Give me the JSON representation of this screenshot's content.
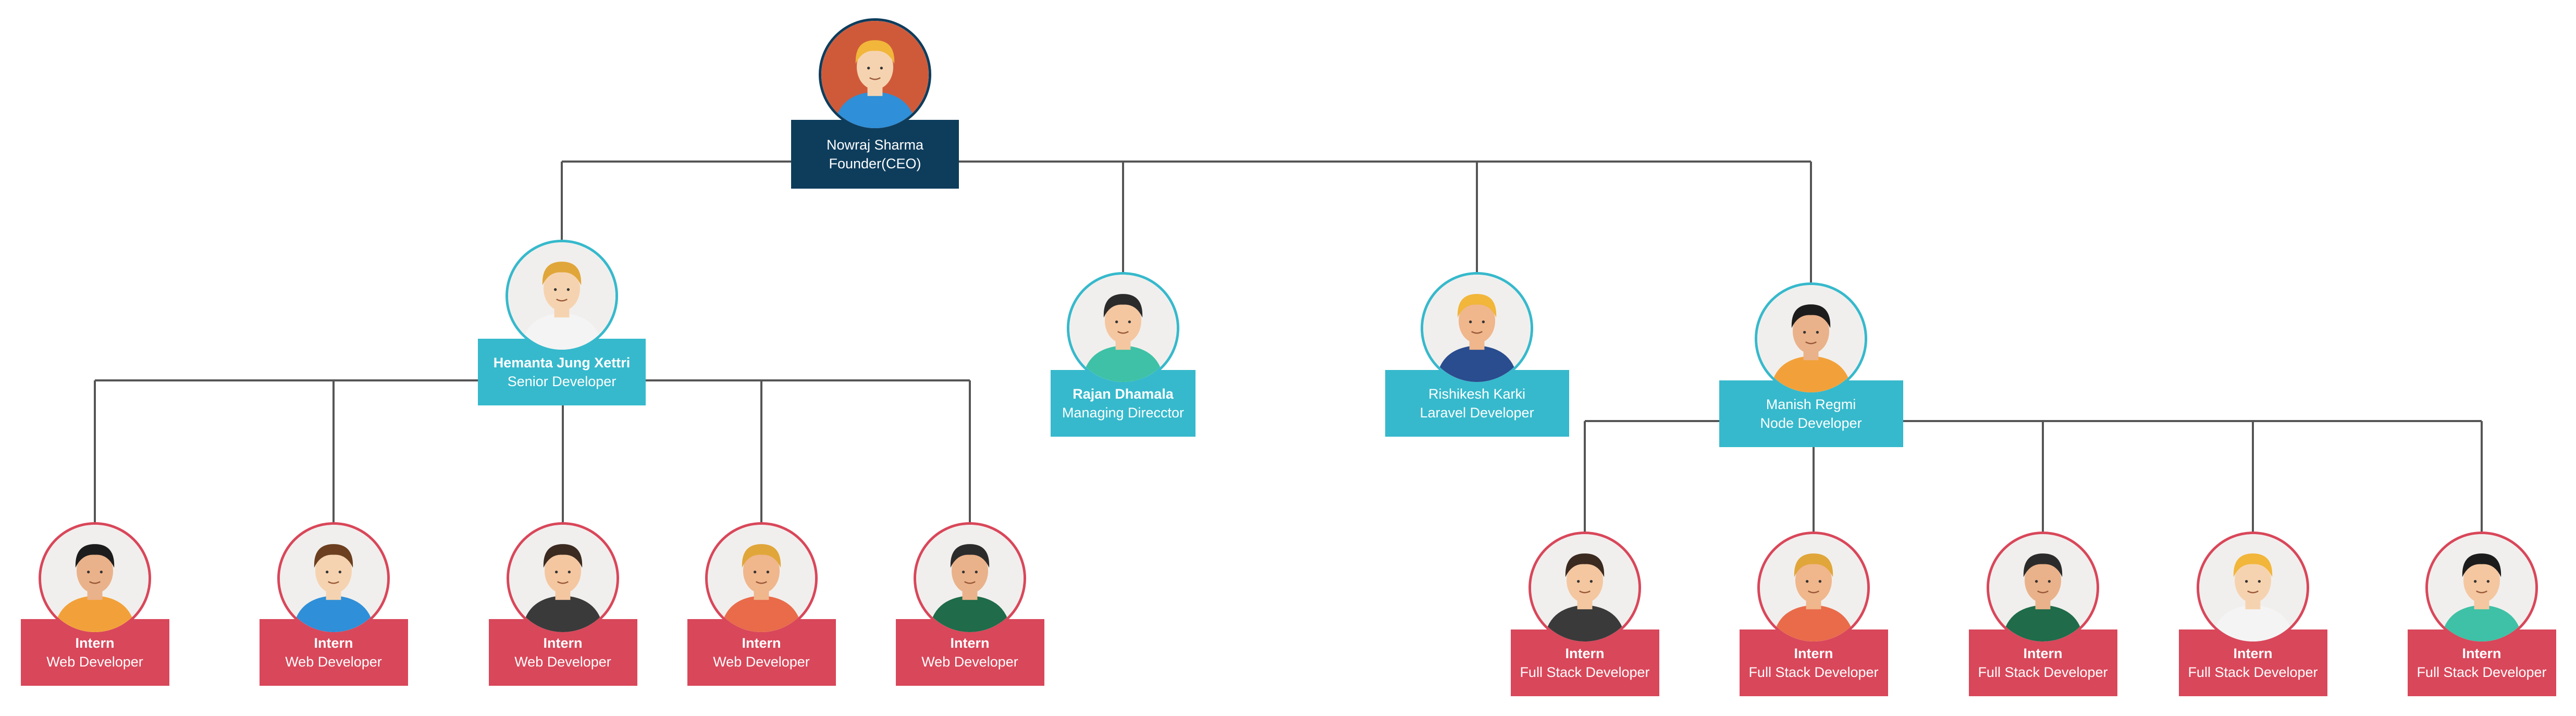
{
  "colors": {
    "ceo": "#0e3d5c",
    "manager": "#36b9cc",
    "intern": "#d9475a",
    "connector": "#555555",
    "avatar_bg_warm": "#cf5a3a",
    "avatar_bg_light": "#f1efed"
  },
  "ceo": {
    "name": "Nowraj Sharma",
    "role": "Founder(CEO)",
    "icon": "ceo-avatar-icon"
  },
  "managers": [
    {
      "name": "Hemanta Jung Xettri",
      "role": "Senior Developer",
      "icon": "male-developer-avatar-icon"
    },
    {
      "name": "Rajan Dhamala",
      "role": "Managing Direcctor",
      "icon": "male-bald-avatar-icon"
    },
    {
      "name": "Rishikesh Karki",
      "role": "Laravel Developer",
      "icon": "male-suit-avatar-icon"
    },
    {
      "name": "Manish Regmi",
      "role": "Node Developer",
      "icon": "male-glasses-avatar-icon"
    }
  ],
  "web_interns": [
    {
      "name": "Intern",
      "role": "Web Developer",
      "icon": "boy-avatar-icon"
    },
    {
      "name": "Intern",
      "role": "Web Developer",
      "icon": "blond-man-avatar-icon"
    },
    {
      "name": "Intern",
      "role": "Web Developer",
      "icon": "glasses-man-avatar-icon"
    },
    {
      "name": "Intern",
      "role": "Web Developer",
      "icon": "faceless-man-avatar-icon"
    },
    {
      "name": "Intern",
      "role": "Web Developer",
      "icon": "woman-avatar-icon"
    }
  ],
  "stack_interns": [
    {
      "name": "Intern",
      "role": "Full Stack Developer",
      "icon": "striped-shirt-avatar-icon"
    },
    {
      "name": "Intern",
      "role": "Full Stack Developer",
      "icon": "woman-bun-avatar-icon"
    },
    {
      "name": "Intern",
      "role": "Full Stack Developer",
      "icon": "woman-green-avatar-icon"
    },
    {
      "name": "Intern",
      "role": "Full Stack Developer",
      "icon": "suit-dark-avatar-icon"
    },
    {
      "name": "Intern",
      "role": "Full Stack Developer",
      "icon": "smiling-boy-avatar-icon"
    }
  ]
}
